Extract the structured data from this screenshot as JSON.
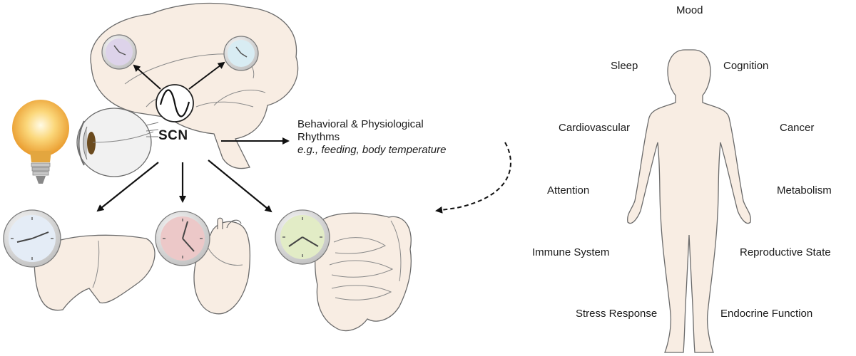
{
  "scn": {
    "label": "SCN"
  },
  "rhythms": {
    "line1": "Behavioral & Physiological",
    "line2": "Rhythms",
    "examples": "e.g., feeding, body temperature"
  },
  "human_body_labels": [
    "Mood",
    "Sleep",
    "Cognition",
    "Cardiovascular",
    "Cancer",
    "Attention",
    "Metabolism",
    "Immune System",
    "Reproductive State",
    "Stress Response",
    "Endocrine Function"
  ],
  "colors": {
    "tissue_fill": "#f8ede3",
    "outline": "#666666",
    "arrow": "#111111",
    "brain_clock_face": "#ddd3ea",
    "brain_clock_face_2": "#d8ecf3",
    "liver_clock_face": "#e4ecf6",
    "heart_clock_face": "#ecc8c8",
    "gut_clock_face": "#e2ecc6",
    "bulb_glow": "#f5b544"
  },
  "icons": {
    "light": "light-bulb-icon",
    "eye": "eye-icon",
    "clock": "clock-icon",
    "oscillator": "sine-wave-icon"
  }
}
